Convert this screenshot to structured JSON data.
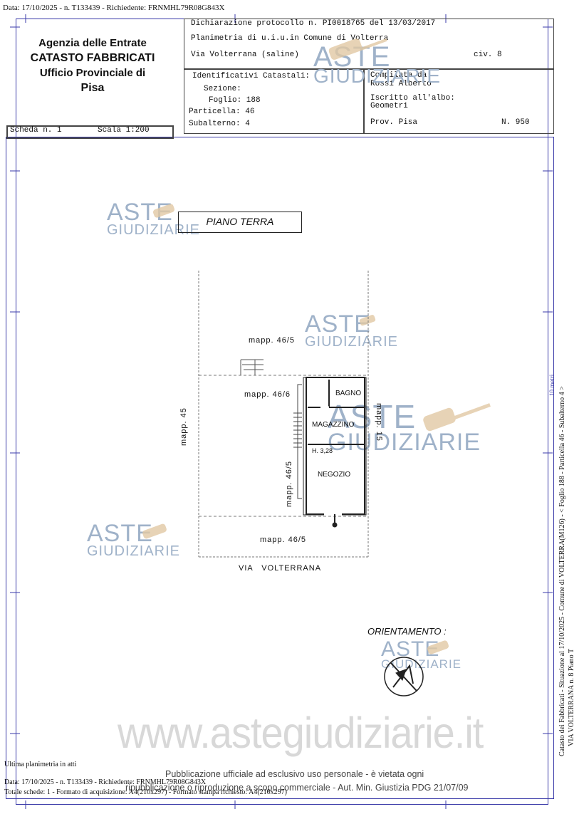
{
  "top_line": "Data: 17/10/2025 - n. T133439 - Richiedente: FRNMHL79R08G843X",
  "agency": {
    "line1": "Agenzia delle Entrate",
    "line2": "CATASTO FABBRICATI",
    "line3": "Ufficio Provinciale di",
    "line4": "Pisa"
  },
  "header": {
    "protocol": "Dichiarazione protocollo n. PI0018765 del 13/03/2017",
    "planimetria": "Planimetria di u.i.u.in Comune di Volterra",
    "address": "Via Volterrana (saline)",
    "civ": "civ. 8"
  },
  "identificativi": {
    "title": "Identificativi Catastali:",
    "sezione": "Sezione:",
    "foglio": "Foglio: 188",
    "particella": "Particella: 46",
    "subalterno": "Subalterno: 4"
  },
  "compilata": {
    "label": "Compilata da:",
    "name": "Rossi Alberto",
    "albo_label": "Iscritto all'albo:",
    "albo": "Geometri",
    "prov": "Prov. Pisa",
    "num": "N. 950"
  },
  "scheda": {
    "label": "Scheda n. 1",
    "scala": "Scala 1:200"
  },
  "plan": {
    "piano": "PIANO TERRA",
    "mapp_top": "mapp. 46/5",
    "mapp_466": "mapp. 46/6",
    "mapp_45": "mapp. 45",
    "mapp_15": "mapp. 15",
    "mapp_465_left": "mapp. 46/5",
    "mapp_bottom": "mapp. 46/5",
    "via": "VIA   VOLTERRANA",
    "rooms": {
      "bagno": "BAGNO",
      "magazzino": "MAGAZZINO",
      "height": "H. 3,28",
      "negozio": "NEGOZIO"
    },
    "orientamento": "ORIENTAMENTO :"
  },
  "side_texts": {
    "scale_note": "10 metri",
    "line1": "Catasto dei Fabbricati - Situazione al 17/10/2025 - Comune di VOLTERRA(M126) - < Foglio 188 - Particella 46 - Subalterno 4 >",
    "line2": "VIA VOLTERRANA n. 8 Piano T"
  },
  "watermark": {
    "aste": "ASTE",
    "giudiziarie": "GIUDIZIARIE",
    "url": "www.astegiudiziarie.it",
    "pub1": "Pubblicazione ufficiale ad esclusivo uso personale - è vietata ogni",
    "pub2": "ripubblicazione o riproduzione a scopo commerciale - Aut. Min. Giustizia PDG 21/07/09"
  },
  "footer": {
    "ultima": "Ultima planimetria in atti",
    "data": "Data: 17/10/2025 - n. T133439 - Richiedente: FRNMHL79R08G843X",
    "totale": "Totale schede: 1 - Formato di acquisizione: A4(210x297) - Formato stampa richiesto: A4(210x297)"
  }
}
